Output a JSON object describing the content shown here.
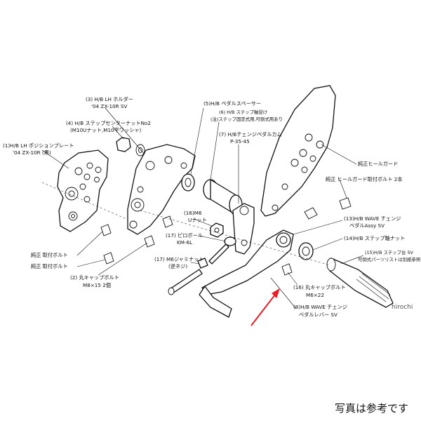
{
  "labels": {
    "p3a": "(3)  H/B  LH ホルダー",
    "p3b": "'04  ZX-10R  SV",
    "p5": "(5)H/B  ペダルスペーサー",
    "p4a": "(4) H/B  ステップセンターナットNo2",
    "p4b": "(M10Uナット,M10平ワッシャ)",
    "p6a": "(6)  H/B  ステップ軸受け",
    "p6b": "(注)ステップ固定式用,可倒式用あり",
    "p7a": "(7)  H/Bチェンジペダルカム",
    "p7b": "P-35-45",
    "p1a": "(1)H/B  LH  ポジションプレート",
    "p1b": "'04  ZX-10R (黒)",
    "heel": "純正ヒールガード",
    "heelbolt": "純正  ヒールガード取付ボルト  2本",
    "p16m6a": "(16)M6",
    "p16m6b": "Uナット",
    "p13a": "(13)H/B   WAVE  チェンジ",
    "p13b": "ペダルAssy  SV",
    "p17ball_a": "(17)  ピロボール",
    "p17ball_b": "KM-6L",
    "p14": "(14)H/B  ステップ軸ナット",
    "p17jam_a": "(17)  M6ジャミナット",
    "p17jam_b": "(逆ネジ)",
    "p15a": "(15)H/B  ステップ台 SV",
    "p15b": "可倒式パーツリストは別紙参照",
    "genuine_bolt": "純正  取付ボルト",
    "genuine_bolt2": "純正  取付ボルト",
    "p2a": "(2)  丸キャップボルト",
    "p2b": "M8×15  2個",
    "p16cap_a": "(16)  丸キャップボルト",
    "p16cap_b": "M6×22",
    "p8a": "(8)H/B  WAVE  チェンジ",
    "p8b": "ペダルレバー  SV",
    "watermark": "hirochi"
  },
  "caption": "写真は参考です",
  "colors": {
    "arrow": "#e8202a",
    "line": "#111111"
  }
}
